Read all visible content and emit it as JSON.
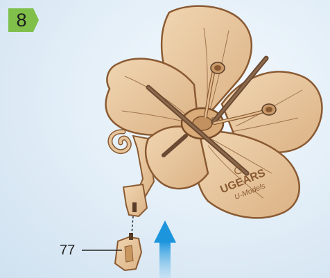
{
  "step": {
    "number": "8",
    "badge_color": "#7fbf4a"
  },
  "callout": {
    "part_number": "77"
  },
  "logo": {
    "brand": "UGEARS",
    "tagline": "U-Models"
  },
  "colors": {
    "wood_light": "#e9c9a0",
    "wood_mid": "#d8ad7c",
    "wood_edge": "#8a5a32",
    "rod": "#6b4a33",
    "arrow": "#2a9fe0"
  },
  "icons": {
    "direction": "up-arrow-icon"
  }
}
